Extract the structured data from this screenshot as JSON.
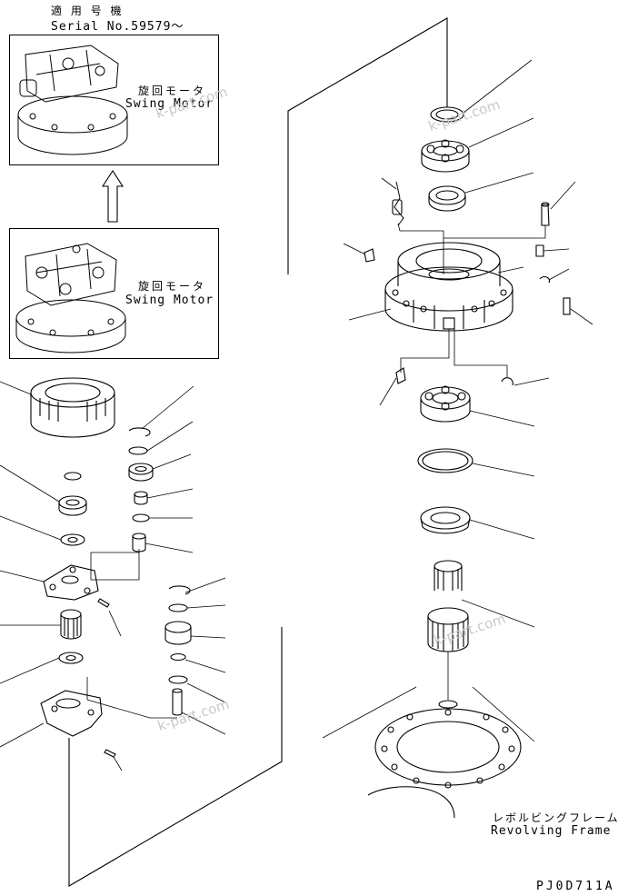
{
  "header": {
    "applicable_label_jp": "適 用 号 機",
    "serial_label": "Serial No.59579～"
  },
  "new_motor": {
    "label_jp": "旋回モータ",
    "label_en": "Swing Motor"
  },
  "old_motor": {
    "label_jp": "旋回モータ",
    "label_en": "Swing Motor"
  },
  "revolving_frame": {
    "label_jp": "レボルビングフレーム",
    "label_en": "Revolving Frame"
  },
  "drawing_number": "PJ0D711A",
  "watermark": "k-part.com"
}
